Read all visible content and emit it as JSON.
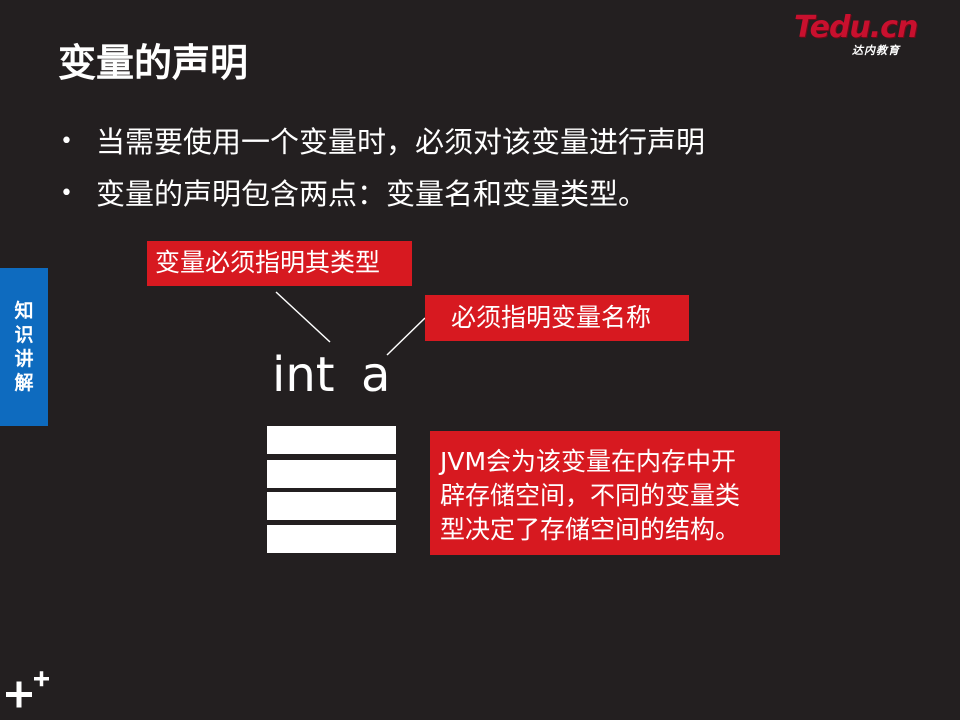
{
  "logo": {
    "brand_text": "Tedu.cn",
    "sub_text": "达内教育"
  },
  "slide": {
    "title": "变量的声明",
    "bullets": [
      "当需要使用一个变量时，必须对该变量进行声明",
      "变量的声明包含两点：变量名和变量类型。"
    ],
    "side_tab": [
      "知",
      "识",
      "讲",
      "解"
    ]
  },
  "diagram": {
    "callout_type": "变量必须指明其类型",
    "callout_name": "必须指明变量名称",
    "code_type": "int",
    "code_var": "a",
    "callout_jvm_lines": [
      "JVM会为该变量在内存中开",
      "辟存储空间，不同的变量类",
      "型决定了存储空间的结构。"
    ],
    "memory_blocks": 4
  },
  "colors": {
    "background": "#231f20",
    "callout_red": "#d71920",
    "side_tab_blue": "#0e6bbf",
    "text": "#ffffff"
  },
  "icons": {
    "bullet": "•",
    "plus_logo": "plus-plus-icon"
  }
}
